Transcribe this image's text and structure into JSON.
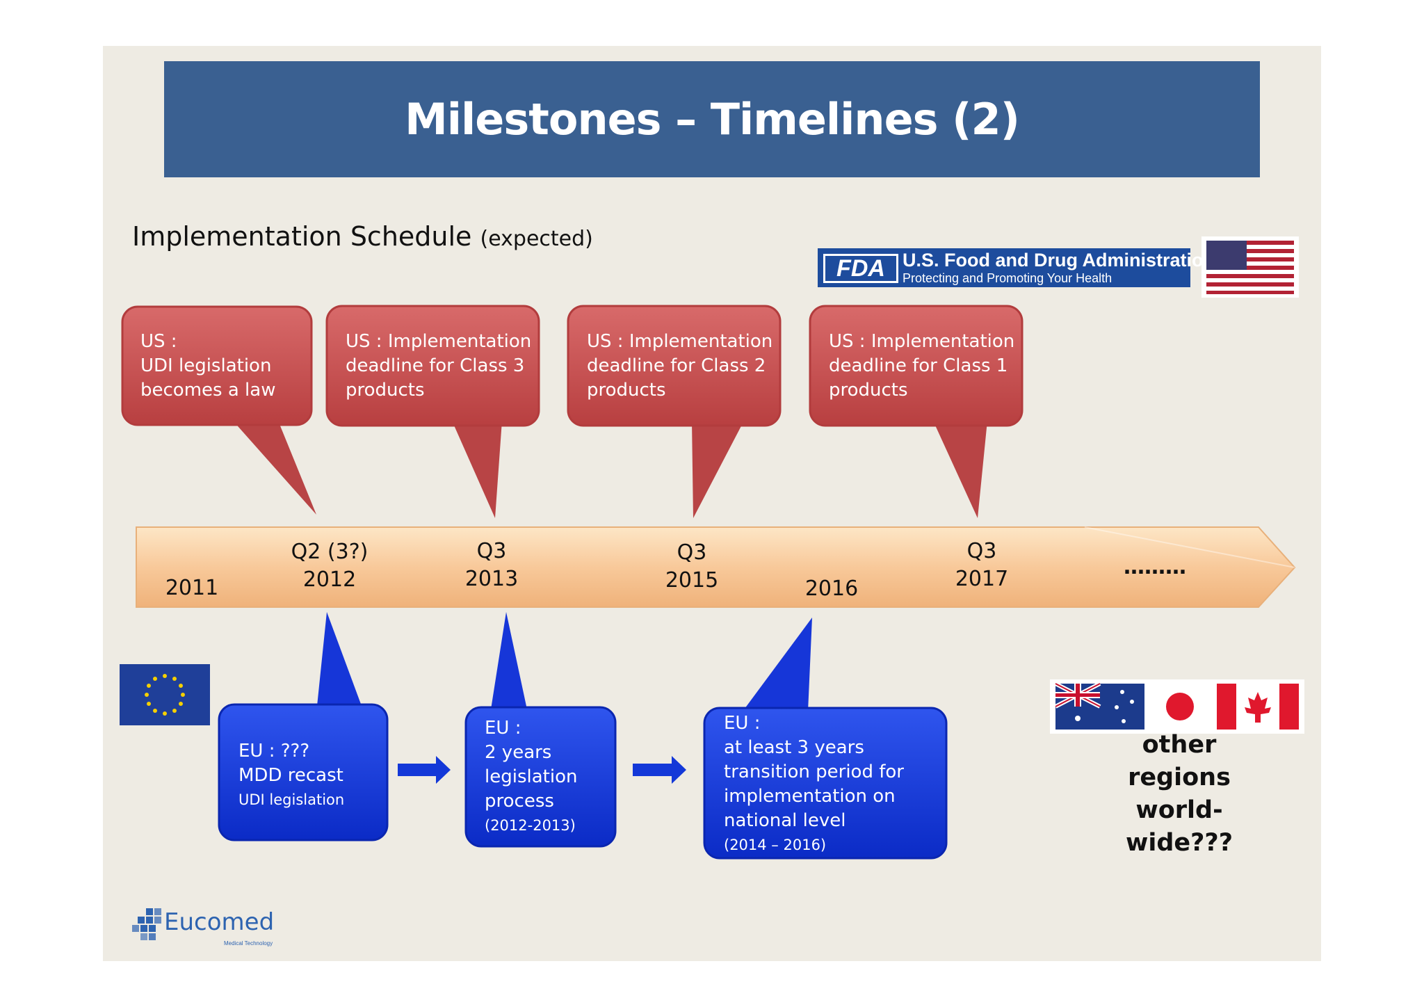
{
  "title": "Milestones – Timelines (2)",
  "subtitle": {
    "main": "Implementation Schedule",
    "note": "(expected)"
  },
  "fda_logo": {
    "mark": "FDA",
    "name": "U.S. Food and Drug Administration",
    "tagline": "Protecting and Promoting Your Health"
  },
  "us_bubbles": [
    {
      "lines": [
        "US :",
        "UDI legislation",
        "becomes a law"
      ]
    },
    {
      "lines": [
        "US : Implementation",
        "deadline for Class 3",
        "products"
      ]
    },
    {
      "lines": [
        "US : Implementation",
        "deadline for Class 2",
        "products"
      ]
    },
    {
      "lines": [
        "US : Implementation",
        "deadline for Class 1",
        "products"
      ]
    }
  ],
  "timeline": {
    "labels": [
      {
        "top": "",
        "bottom": "2011"
      },
      {
        "top": "Q2 (3?)",
        "bottom": "2012"
      },
      {
        "top": "Q3",
        "bottom": "2013"
      },
      {
        "top": "Q3",
        "bottom": "2015"
      },
      {
        "top": "",
        "bottom": "2016"
      },
      {
        "top": "Q3",
        "bottom": "2017"
      }
    ],
    "ellipsis": "………"
  },
  "eu_bubbles": [
    {
      "l1": "EU :     ???",
      "l2": "MDD recast",
      "small": "UDI legislation"
    },
    {
      "l1": "EU :",
      "l2": "2 years",
      "l3": "legislation",
      "l4": "process",
      "small": "(2012-2013)"
    },
    {
      "l1": "EU :",
      "l2": "at least 3 years",
      "l3": "transition period for",
      "l4": "implementation on",
      "l5": "national level",
      "small": "(2014 – 2016)"
    }
  ],
  "other_regions": "other regions world-wide???",
  "logo": {
    "name": "Eucomed",
    "tagline": "Medical Technology"
  },
  "colors": {
    "banner": "#3a6091",
    "us_bubble": "#c8494a",
    "eu_bubble": "#1338d8",
    "timeline": "#f6c495",
    "slide_bg": "#eeebe3"
  }
}
